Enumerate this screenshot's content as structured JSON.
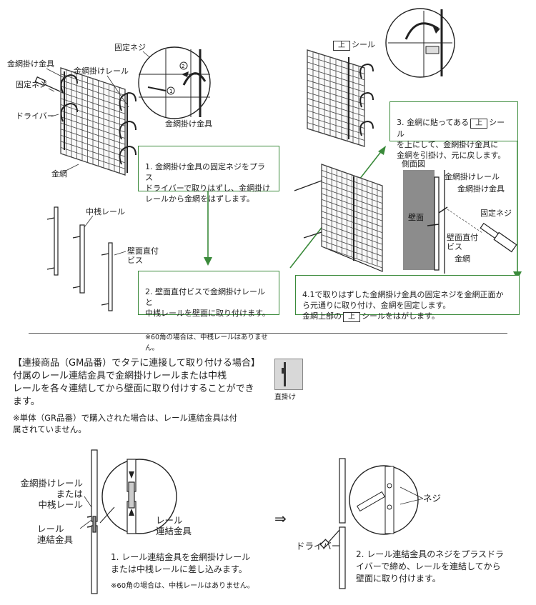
{
  "colors": {
    "accent": "#3a8a3a",
    "wall": "#8c8c8c",
    "line": "#222222"
  },
  "labels": {
    "kanaami_kakekanagu": "金網掛け金具",
    "kotei_neji_top": "固定ネジ",
    "kanaami_rail": "金網掛けレール",
    "kotei_neji_left": "固定ネジ",
    "driver": "ドライバー",
    "circle_kanagu": "金網掛け金具",
    "kanaami": "金網",
    "naka_rail": "中桟レール",
    "hekimen_bisu": "壁面直付\nビス",
    "ue_tag": "上",
    "seal": "シール",
    "side_view": "側面図",
    "sv_rail": "金網掛けレール",
    "sv_kanagu": "金網掛け金具",
    "sv_wall": "壁面",
    "sv_neji": "固定ネジ",
    "sv_bisu": "壁面直付\nビス",
    "sv_kanaami": "金網",
    "b_rail": "金網掛けレール\nまたは\n中桟レール",
    "b_renketsu": "レール\n連結金具",
    "b_renketsu_zoom": "レール\n連結金具",
    "b_neji": "ネジ",
    "b_driver": "ドライバー"
  },
  "steps": {
    "step1": "1. 金網掛け金具の固定ネジをプラス\nドライバーで取りはずし、金網掛け\nレールから金網をはずします。",
    "step2": "2. 壁面直付ビスで金網掛けレールと\n中桟レールを壁面に取り付けます。",
    "step2_note": "※60角の場合は、中桟レールはありません。",
    "step3_a": "3. 金網に貼ってある",
    "step3_tag": "上",
    "step3_b": "シール\nを上にして、金網掛け金具に\n金網を引掛け、元に戻します。",
    "step4_a": "4.1で取りはずした金網掛け金具の固定ネジを金網正面か\nら元通りに取り付け、金網を固定します。\n金網上部の",
    "step4_tag": "上",
    "step4_b": "シールをはがします。"
  },
  "connection": {
    "title": "【連接商品（GM品番）でタテに連接して取り付ける場合】",
    "body": "付属のレール連結金具で金網掛けレールまたは中桟\nレールを各々連結してから壁面に取り付けすることができ\nます。",
    "note": "※単体（GR品番）で購入された場合は、レール連結金具は付\n属されていません。",
    "thumb_caption": "直掛け",
    "arrow": "⇒",
    "stepA": "1. レール連結金具を金網掛けレール\nまたは中桟レールに差し込みます。",
    "stepA_note": "※60角の場合は、中桟レールはありません。",
    "stepB": "2. レール連結金具のネジをプラスドラ\nイバーで締め、レールを連結してから\n壁面に取り付けます。"
  }
}
